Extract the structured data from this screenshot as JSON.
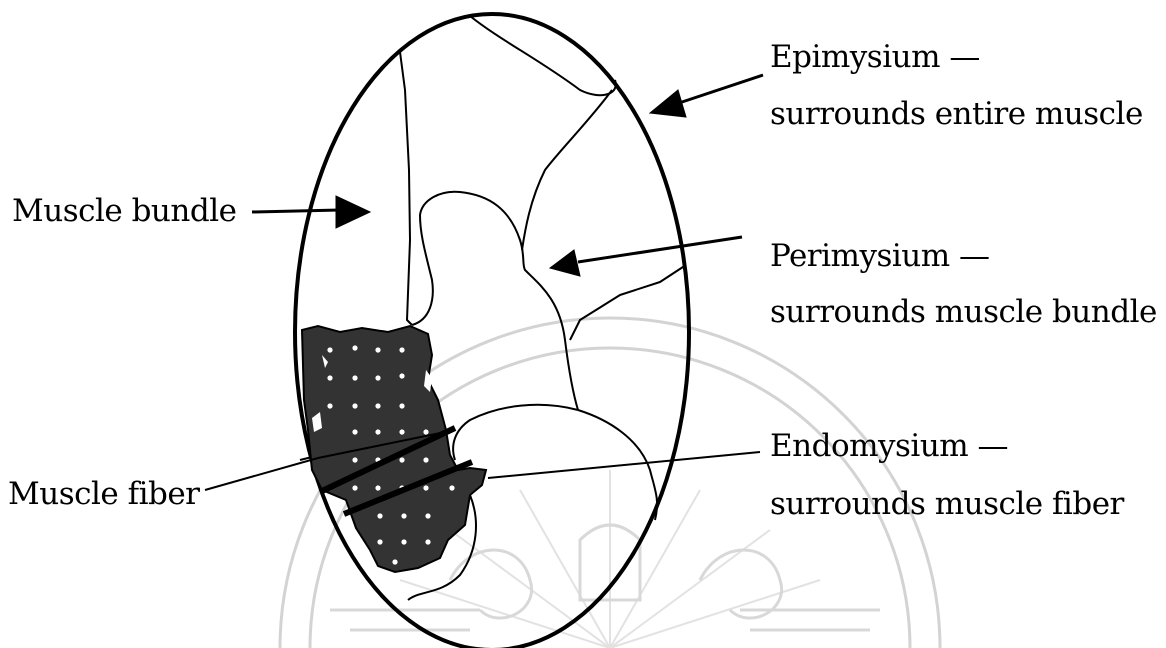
{
  "labels": {
    "muscle_bundle": "Muscle bundle",
    "muscle_fiber": "Muscle fiber",
    "epimysium_title": "Epimysium —",
    "epimysium_desc": "surrounds entire muscle",
    "perimysium_title": "Perimysium —",
    "perimysium_desc": "surrounds muscle bundle",
    "endomysium_title": "Endomysium —",
    "endomysium_desc": "surrounds muscle fiber"
  },
  "watermark": {
    "description_icon": "university-emblem-watermark"
  },
  "colors": {
    "ink": "#000000",
    "watermark": "#d3d3d3",
    "background": "#ffffff"
  }
}
